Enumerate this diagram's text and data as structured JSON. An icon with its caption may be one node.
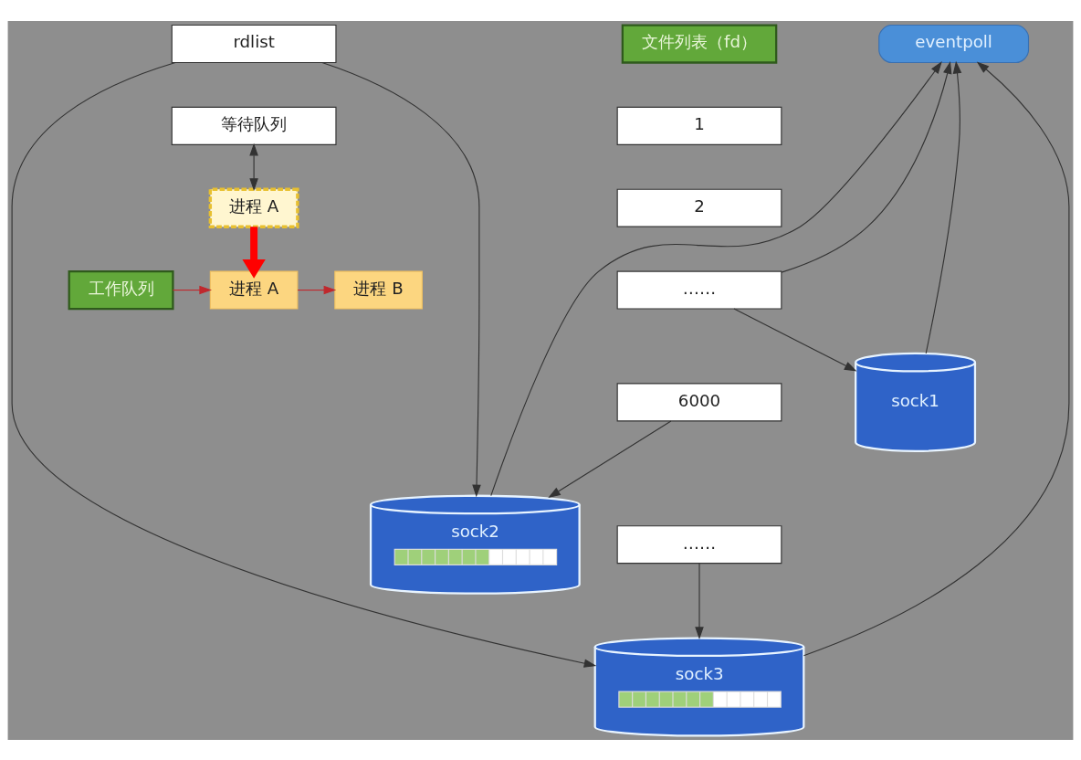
{
  "diagram": {
    "nodes": [
      {
        "text": [
          "工作队列"
        ]
      },
      {
        "text": [
          "进程 A"
        ]
      },
      {
        "text": [
          "进程 B"
        ]
      },
      {
        "text": [
          "文件列表（fd）"
        ]
      },
      {
        "text": [
          "1"
        ]
      },
      {
        "text": [
          "2"
        ]
      },
      {
        "text": [
          "……"
        ]
      },
      {
        "text": [
          "6000"
        ]
      },
      {
        "text": [
          "……"
        ]
      },
      {
        "text": [
          "eventpoll"
        ]
      },
      {
        "text": [
          "rdlist"
        ]
      },
      {
        "text": [
          "等待队列"
        ]
      },
      {
        "text": [
          "sock1"
        ]
      },
      {
        "text": [
          "sock2"
        ]
      },
      {
        "text": [
          "sock3"
        ]
      },
      {
        "text": [
          "进程 A"
        ]
      }
    ],
    "edges": [
      {
        "from": 0,
        "to": 1,
        "arrow": "to",
        "color": "#c0282d"
      },
      {
        "from": 1,
        "to": 2,
        "arrow": "to",
        "color": "#c0282d"
      },
      {
        "from": 15,
        "to": 1,
        "arrow": "to",
        "style": "thick",
        "color": "#ff0000"
      },
      {
        "from": 6,
        "to": 9,
        "arrow": "to"
      },
      {
        "from": 6,
        "to": 12,
        "arrow": "to"
      },
      {
        "from": 7,
        "to": 13,
        "arrow": "to"
      },
      {
        "from": 8,
        "to": 14,
        "arrow": "to"
      },
      {
        "from": 12,
        "to": 9,
        "arrow": "to"
      },
      {
        "from": 13,
        "to": 9,
        "arrow": "to"
      },
      {
        "from": 14,
        "to": 9,
        "arrow": "to"
      },
      {
        "from": 10,
        "to": 13,
        "arrow": "to"
      },
      {
        "from": 10,
        "to": 14,
        "arrow": "to"
      },
      {
        "from": 11,
        "to": 15,
        "arrow": "both"
      }
    ]
  }
}
